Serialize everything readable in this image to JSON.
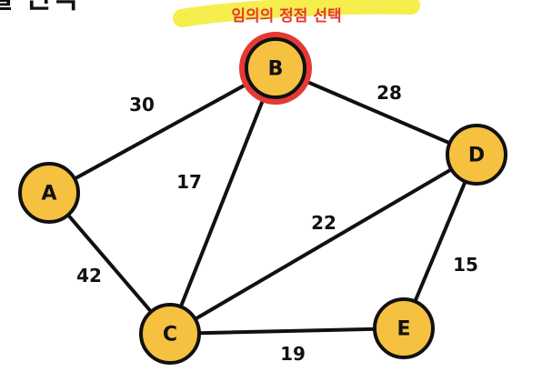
{
  "heading": {
    "text": "를 선택"
  },
  "callout": {
    "text": "임의의 정점 선택",
    "text_color": "#e53935",
    "highlight_color": "#f4ec3a"
  },
  "colors": {
    "node_fill": "#f6c140",
    "node_stroke": "#111111",
    "selected_stroke": "#e53935",
    "edge": "#111111"
  },
  "graph": {
    "selected_node": "B",
    "nodes": [
      {
        "id": "A",
        "label": "A"
      },
      {
        "id": "B",
        "label": "B"
      },
      {
        "id": "C",
        "label": "C"
      },
      {
        "id": "D",
        "label": "D"
      },
      {
        "id": "E",
        "label": "E"
      }
    ],
    "edges": [
      {
        "from": "A",
        "to": "B",
        "weight": "30"
      },
      {
        "from": "B",
        "to": "C",
        "weight": "17"
      },
      {
        "from": "B",
        "to": "D",
        "weight": "28"
      },
      {
        "from": "A",
        "to": "C",
        "weight": "42"
      },
      {
        "from": "C",
        "to": "D",
        "weight": "22"
      },
      {
        "from": "D",
        "to": "E",
        "weight": "15"
      },
      {
        "from": "C",
        "to": "E",
        "weight": "19"
      }
    ]
  }
}
